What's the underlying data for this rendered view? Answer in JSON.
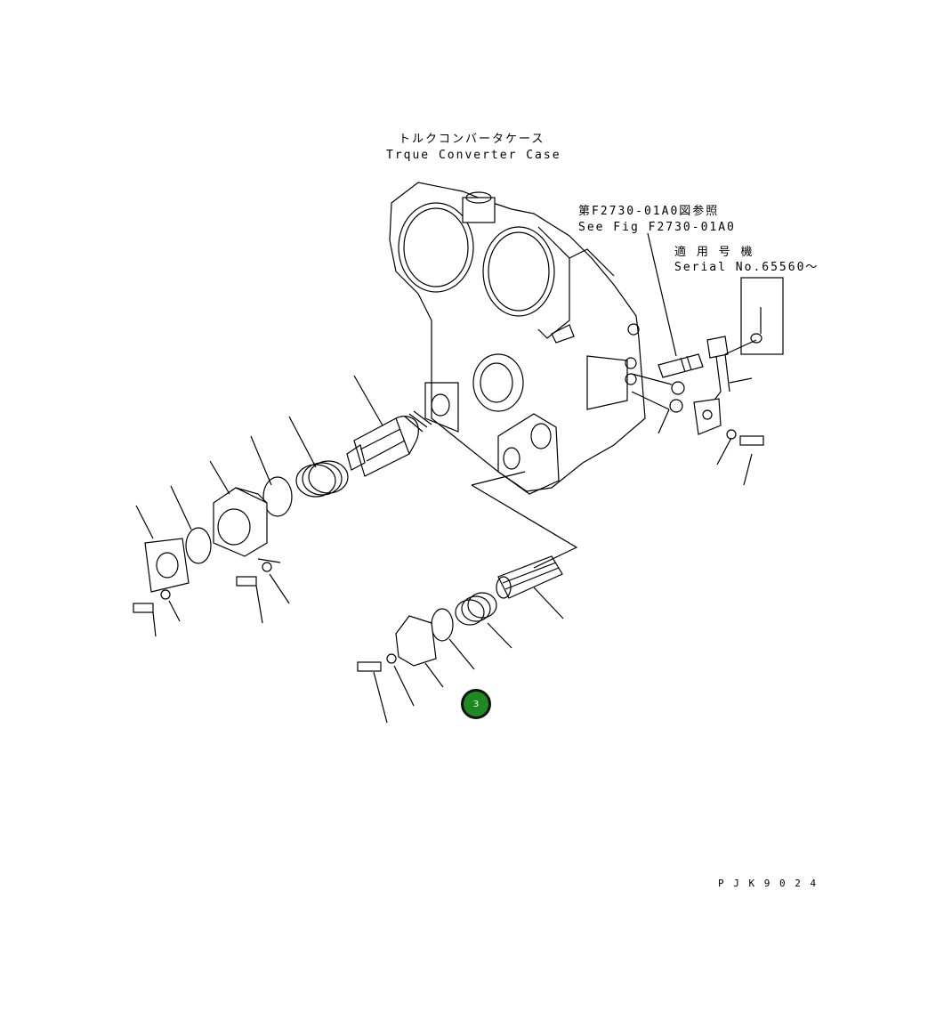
{
  "labels": {
    "case_jp": "トルクコンバータケース",
    "case_en": "Trque Converter Case",
    "ref_jp": "第F2730-01A0図参照",
    "ref_en": "See Fig F2730-01A0",
    "serial_jp": "適 用 号 機",
    "serial_en": "Serial No.65560～",
    "drawing_code": "P J K 9 0 2 4"
  },
  "hotspot": {
    "number": "3",
    "color": "#1f8a1f"
  },
  "colors": {
    "line": "#000000",
    "background": "#ffffff"
  }
}
